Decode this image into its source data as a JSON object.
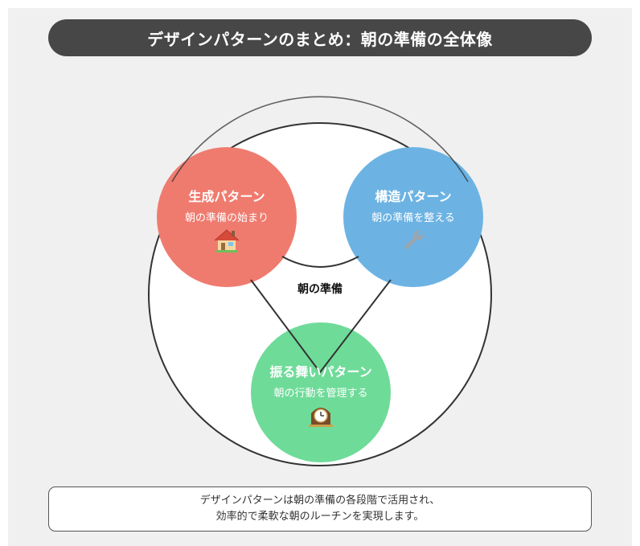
{
  "title": "デザインパターンのまとめ：朝の準備の全体像",
  "center_label": "朝の準備",
  "circles": [
    {
      "title": "生成パターン",
      "subtitle": "朝の準備の始まり",
      "icon": "house-icon",
      "color": "#ef7b6f"
    },
    {
      "title": "構造パターン",
      "subtitle": "朝の準備を整える",
      "icon": "wrench-icon",
      "color": "#6cb3e3"
    },
    {
      "title": "振る舞いパターン",
      "subtitle": "朝の行動を管理する",
      "icon": "mantel-clock-icon",
      "color": "#6fdb99"
    }
  ],
  "summary": {
    "line1": "デザインパターンは朝の準備の各段階で活用され、",
    "line2": "効率的で柔軟な朝のルーチンを実現します。"
  },
  "colors": {
    "panel_bg": "#f0f0f0",
    "title_bg": "#474747",
    "outline": "#333333"
  }
}
